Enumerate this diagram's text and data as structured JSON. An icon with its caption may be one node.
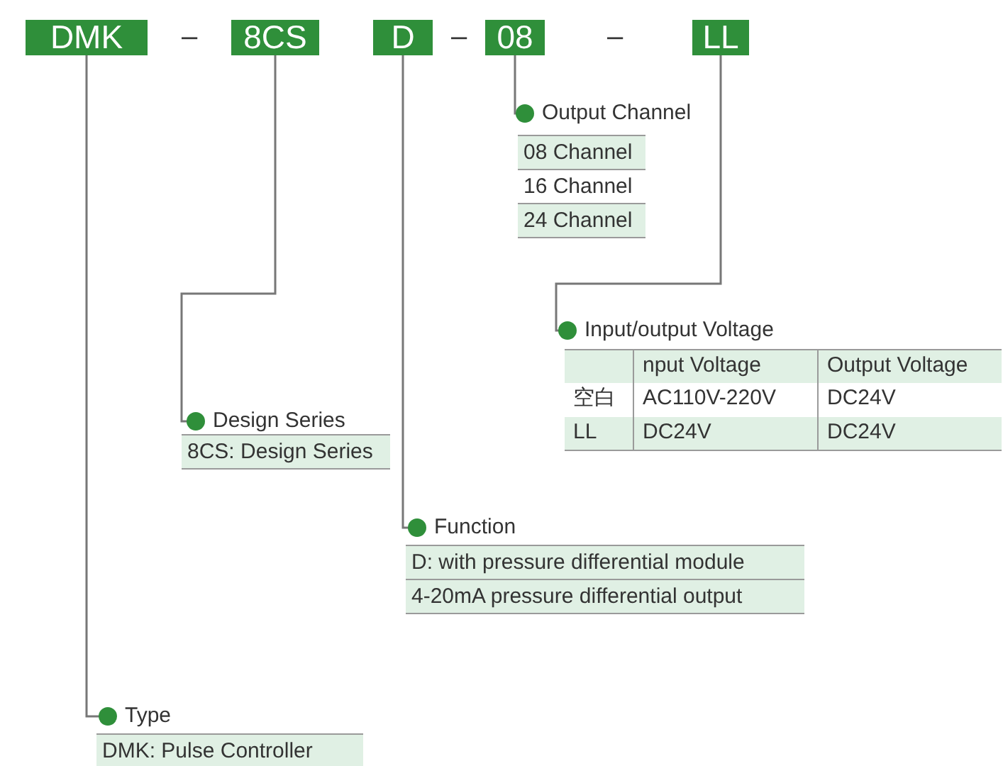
{
  "diagram": {
    "nodes": [
      {
        "text": [
          "DMK"
        ]
      },
      {
        "text": [
          "8CS"
        ]
      },
      {
        "text": [
          "D"
        ]
      },
      {
        "text": [
          "08"
        ]
      },
      {
        "text": [
          "LL"
        ]
      },
      {
        "text": [
          "Output Channel"
        ],
        "beside": [
          "08 Channel",
          "16 Channel",
          "24 Channel"
        ]
      },
      {
        "text": [
          "Input/output Voltage"
        ]
      },
      {
        "text": [
          "Design Series"
        ],
        "beside": [
          "8CS: Design Series"
        ]
      },
      {
        "text": [
          "Function"
        ],
        "beside": [
          "D: with pressure differential module",
          "4-20mA pressure differential output"
        ]
      },
      {
        "text": [
          "Type"
        ],
        "beside": [
          "DMK: Pulse Controller"
        ]
      }
    ],
    "edges": [
      {
        "from": 3,
        "to": 5,
        "arrow": "other"
      },
      {
        "from": 4,
        "to": 6,
        "arrow": "other"
      },
      {
        "from": 1,
        "to": 7,
        "arrow": "other"
      },
      {
        "from": 2,
        "to": 8,
        "arrow": "other"
      },
      {
        "from": 0,
        "to": 9,
        "arrow": "other"
      }
    ],
    "labels": [
      "–",
      "–",
      "–",
      "nput Voltage",
      "Output Voltage",
      "空白",
      "AC110V-220V",
      "DC24V",
      "LL",
      "DC24V",
      "DC24V"
    ]
  }
}
